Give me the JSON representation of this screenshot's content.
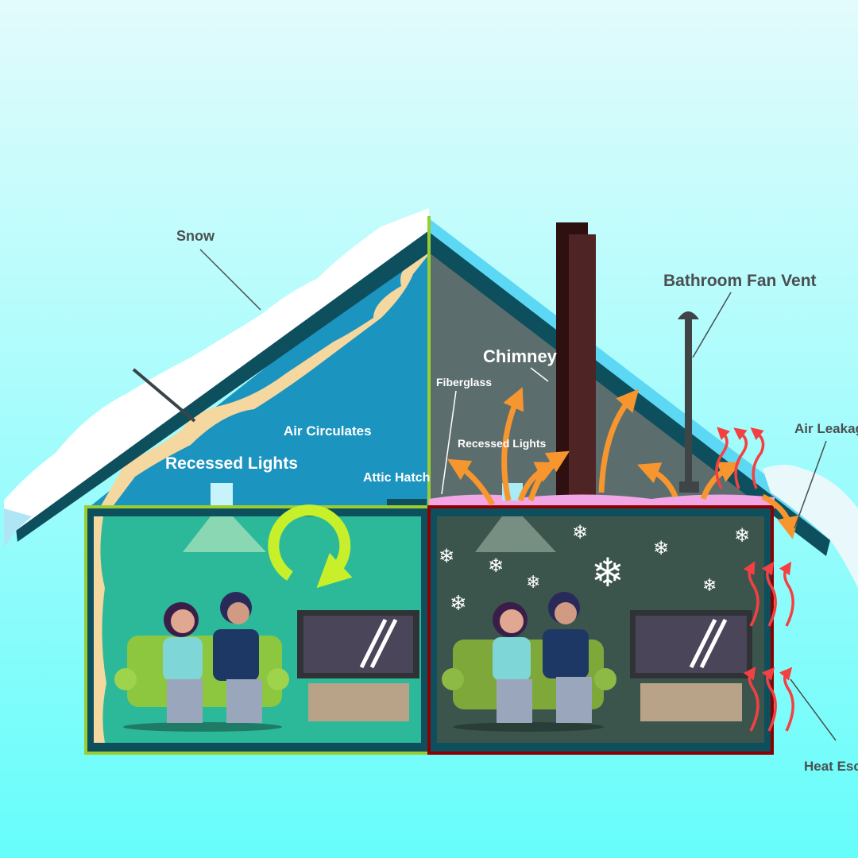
{
  "labels": {
    "snow": "Snow",
    "recessed_lights_left": "Recessed Lights",
    "air_circulates": "Air Circulates",
    "attic_hatch": "Attic Hatch",
    "chimney": "Chimney",
    "fiberglass": "Fiberglass",
    "recessed_lights_right": "Recessed Lights",
    "bathroom_fan_vent": "Bathroom Fan Vent",
    "air_leakage": "Air Leakage",
    "heat_escape": "Heat Escape"
  },
  "colors": {
    "insulated_attic": "#1c94c0",
    "uninsulated_attic": "#5c6d6d",
    "warm_room": "#2bb99a",
    "cold_room": "#3b554d",
    "good_border": "#9acd32",
    "bad_border": "#8b0000",
    "heat_arrow": "#f44040",
    "air_arrow": "#f7962f",
    "insulation": "#f2a6e6"
  },
  "icons": [
    "snowflake-icon",
    "circular-arrow-icon",
    "heat-arrow-icon",
    "air-arrow-icon"
  ]
}
